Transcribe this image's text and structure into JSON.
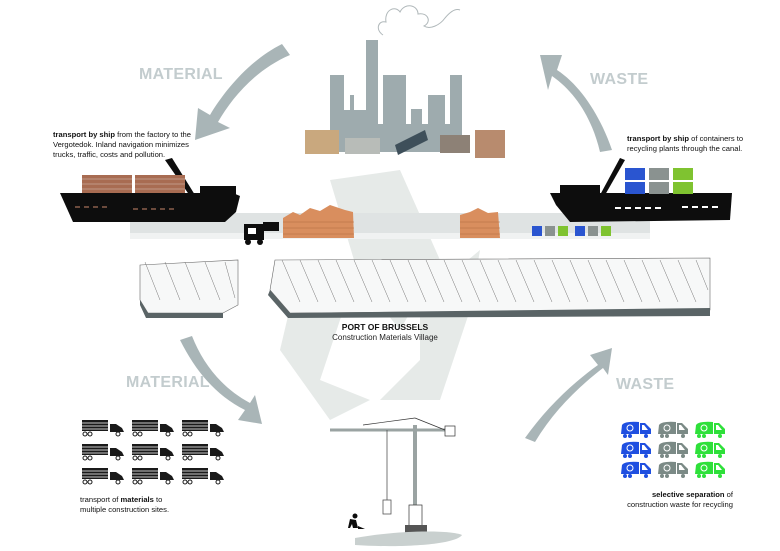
{
  "diagram": {
    "title": "PORT OF BRUSSELS",
    "subtitle": "Construction Materials Village",
    "flows": [
      {
        "id": "material-top",
        "label": "MATERIAL"
      },
      {
        "id": "waste-top",
        "label": "WASTE"
      },
      {
        "id": "material-bottom",
        "label": "MATERIAL"
      },
      {
        "id": "waste-bottom",
        "label": "WASTE"
      }
    ],
    "captions": {
      "ship_material_bold": "transport by ship",
      "ship_material_rest_1": " from the factory to the",
      "ship_material_line2": "Vergotedok. Inland navigation minimizes",
      "ship_material_line3": "trucks, traffic, costs and pollution.",
      "ship_waste_bold": "transport by ship",
      "ship_waste_rest_1": " of containers to",
      "ship_waste_line2": "recycling plants through the canal.",
      "trucks_pre": "transport of ",
      "trucks_bold": "materials",
      "trucks_post": " to",
      "trucks_line2": "multiple construction sites.",
      "waste_bold": "selective separation",
      "waste_post": " of",
      "waste_line2": "construction waste for recycling"
    },
    "nodes": [
      "factory-icon",
      "cargo-ship-material",
      "cargo-ship-waste",
      "forklift-icon",
      "pallet-stacks",
      "recycling-bins",
      "warehouse-hangars",
      "recycle-symbol",
      "construction-crane",
      "worker-icon",
      "logging-trucks-grid",
      "garbage-trucks-grid"
    ],
    "truck_grid": {
      "rows": 3,
      "cols": 3
    },
    "waste_truck_colors": [
      "#1f4fe0",
      "#7b8a86",
      "#2ee03a"
    ],
    "bin_colors": [
      "#2a55d0",
      "#8a9290",
      "#7fc330"
    ],
    "colors": {
      "arrow": "#a9b5b7",
      "label": "#c3ccce",
      "factory": "#9eabae",
      "recycle_bg": "#e3e8e6",
      "ship": "#0d0d0d",
      "quay": "#dfe3e3"
    }
  }
}
